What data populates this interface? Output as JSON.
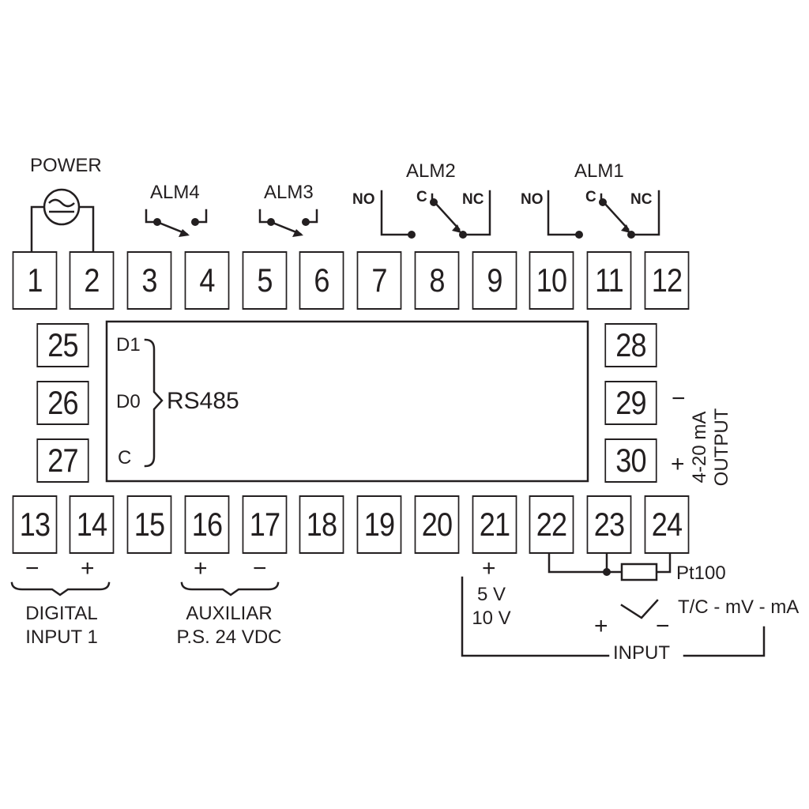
{
  "terminals": {
    "top": [
      "1",
      "2",
      "3",
      "4",
      "5",
      "6",
      "7",
      "8",
      "9",
      "10",
      "11",
      "12"
    ],
    "bottom": [
      "13",
      "14",
      "15",
      "16",
      "17",
      "18",
      "19",
      "20",
      "21",
      "22",
      "23",
      "24"
    ],
    "left": [
      "25",
      "26",
      "27"
    ],
    "right": [
      "28",
      "29",
      "30"
    ]
  },
  "labels": {
    "power": "POWER",
    "alm4": "ALM4",
    "alm3": "ALM3",
    "alm2": "ALM2",
    "alm1": "ALM1",
    "no": "NO",
    "c": "C",
    "nc": "NC",
    "d1": "D1",
    "d0": "D0",
    "c_rs": "C",
    "rs485": "RS485",
    "minus": "−",
    "plus": "+",
    "output_line1": "4-20 mA",
    "output_line2": "OUTPUT",
    "digital_line1": "DIGITAL",
    "digital_line2": "INPUT 1",
    "auxiliar_line1": "AUXILIAR",
    "auxiliar_line2": "P.S. 24 VDC",
    "v5": "5 V",
    "v10": "10 V",
    "pt100": "Pt100",
    "tc": "T/C - mV - mA",
    "input": "INPUT"
  }
}
